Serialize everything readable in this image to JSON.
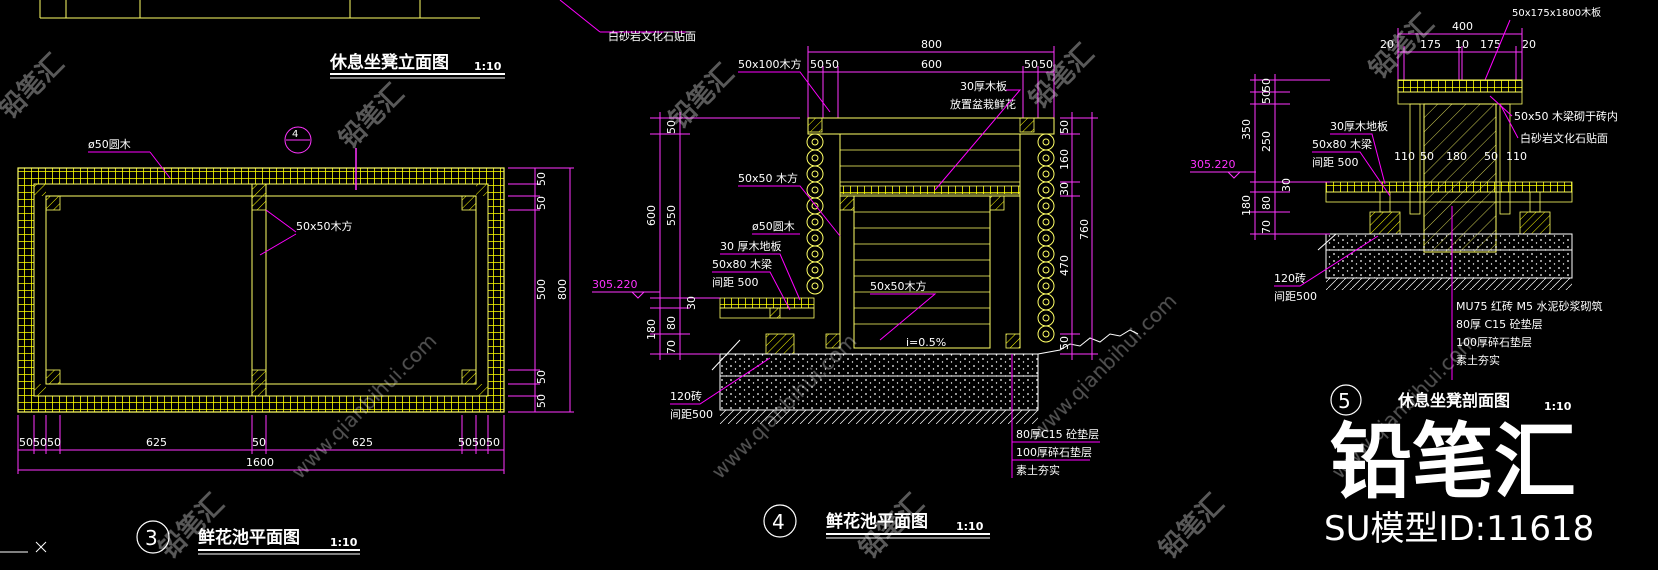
{
  "colors": {
    "background": "#000000",
    "outline": "#ffff66",
    "hatch": "#ffff00",
    "dimension": "#ff33ff",
    "text": "#ffffff",
    "leader": "#ff00ff",
    "ground": "#ffffff"
  },
  "view3": {
    "title": "鲜花池平面图",
    "scale": "1:10",
    "number": "3",
    "label_round_wood": "ø50圆木",
    "label_square_wood": "50x50木方",
    "section_mark": "4",
    "dims_bottom": [
      "50",
      "50",
      "50",
      "625",
      "50",
      "625",
      "50",
      "50",
      "50"
    ],
    "dim_total": "1600",
    "dims_right_small": [
      "50",
      "50",
      "50",
      "50"
    ],
    "dim_mid": "500",
    "dim_outer": "800"
  },
  "view_elev": {
    "title": "休息坐凳立面图",
    "scale": "1:10",
    "label_stone": "白砂岩文化石贴面"
  },
  "view4": {
    "title": "鲜花池平面图",
    "scale": "1:10",
    "number": "4",
    "dim_top": "800",
    "dims_top_sub": [
      "50",
      "50",
      "600",
      "50",
      "50"
    ],
    "labels": [
      "50x100木方",
      "30厚木板",
      "放置盆栽鲜花",
      "50x50 木方",
      "ø50圆木",
      "30 厚木地板",
      "50x80 木梁",
      "间距 500",
      "50x50木方",
      "i=0.5%",
      "120砖",
      "间距500"
    ],
    "level": "305.220",
    "dims_left": [
      "50",
      "550",
      "600",
      "30",
      "80",
      "70",
      "180"
    ],
    "dims_right": [
      "50",
      "160",
      "30",
      "470",
      "760",
      "50"
    ],
    "layers": [
      "80厚C15    砼垫层",
      "100厚碎石垫层",
      "素土夯实"
    ]
  },
  "view5": {
    "title": "休息坐凳剖面图",
    "scale": "1:10",
    "number": "5",
    "dim_top": "400",
    "dims_top_sub": [
      "20",
      "175",
      "10",
      "175",
      "20"
    ],
    "board": "50x175x1800木板",
    "labels": [
      "50x50 木梁砌于砖内",
      "白砂岩文化石贴面",
      "30厚木地板",
      "50x80 木梁",
      "间距 500",
      "110",
      "50",
      "180",
      "50",
      "110",
      "120砖",
      "间距500"
    ],
    "level": "305.220",
    "dims_left": [
      "50",
      "50",
      "250",
      "350",
      "30",
      "80",
      "70",
      "180"
    ],
    "layers": [
      "MU75 红砖 M5 水泥砂浆砌筑",
      "80厚 C15    砼垫层",
      "100厚碎石垫层",
      "素土夯实"
    ]
  },
  "watermark": {
    "brand": "铅笔汇",
    "model_id": "SU模型ID:11618",
    "site": "www.qianbihui.com"
  }
}
